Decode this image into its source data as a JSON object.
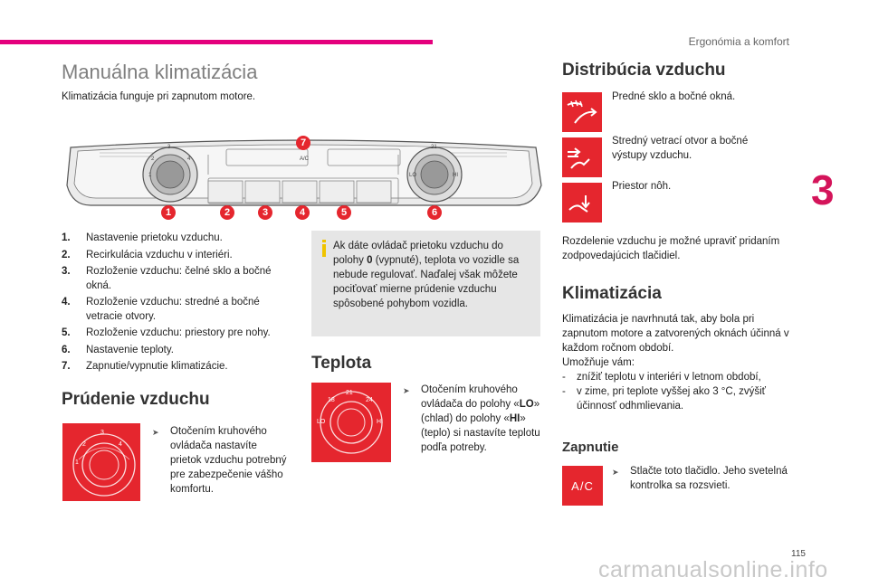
{
  "header": {
    "section": "Ergonómia a komfort",
    "chapter": "3"
  },
  "footer": {
    "page": "115",
    "watermark": "carmanualsonline.info"
  },
  "left": {
    "title": "Manuálna klimatizácia",
    "intro": "Klimatizácia funguje pri zapnutom motore.",
    "panel": {
      "ac_label": "A/C",
      "callouts": [
        "1",
        "2",
        "3",
        "4",
        "5",
        "6",
        "7"
      ],
      "dial_marks_left": [
        "3",
        "2",
        "4",
        "1"
      ],
      "dial_marks_right": [
        "21",
        "LO",
        "HI"
      ]
    },
    "list": [
      {
        "n": "1.",
        "t": "Nastavenie prietoku vzduchu."
      },
      {
        "n": "2.",
        "t": "Recirkulácia vzduchu v interiéri."
      },
      {
        "n": "3.",
        "t": "Rozloženie vzduchu: čelné sklo a bočné okná."
      },
      {
        "n": "4.",
        "t": "Rozloženie vzduchu: stredné a bočné vetracie otvory."
      },
      {
        "n": "5.",
        "t": "Rozloženie vzduchu: priestory pre nohy."
      },
      {
        "n": "6.",
        "t": "Nastavenie teploty."
      },
      {
        "n": "7.",
        "t": "Zapnutie/vypnutie klimatizácie."
      }
    ],
    "airflow": {
      "title": "Prúdenie vzduchu",
      "dial_marks": [
        "3",
        "4",
        "2",
        "1"
      ],
      "text": "Otočením kruhového ovládača nastavíte prietok vzduchu potrebný pre zabezpečenie vášho komfortu."
    }
  },
  "middle": {
    "note_pre": "Ak dáte ovládač prietoku vzduchu do polohy ",
    "note_bold": "0",
    "note_post": " (vypnuté), teplota vo vozidle sa nebude regulovať. Naďalej však môžete pociťovať mierne prúdenie vzduchu spôsobené pohybom vozidla.",
    "temp": {
      "title": "Teplota",
      "dial_marks": [
        "21",
        "18",
        "24",
        "LO",
        "HI"
      ],
      "t1": "Otočením kruhového ovládača do polohy «",
      "lo": "LO",
      "t2": "» (chlad) do polohy «",
      "hi": "HI",
      "t3": "» (teplo) si nastavíte teplotu podľa potreby."
    }
  },
  "right": {
    "dist_title": "Distribúcia vzduchu",
    "dist_items": [
      {
        "icon": "windshield-defrost-icon",
        "text": "Predné sklo a bočné okná."
      },
      {
        "icon": "face-vent-icon",
        "text": "Stredný vetrací otvor a bočné výstupy vzduchu."
      },
      {
        "icon": "foot-vent-icon",
        "text": "Priestor nôh."
      }
    ],
    "dist_note": "Rozdelenie vzduchu je možné upraviť pridaním zodpovedajúcich tlačidiel.",
    "ac_title": "Klimatizácia",
    "ac_text": "Klimatizácia je navrhnutá tak, aby bola pri zapnutom motore a zatvorených oknách účinná v každom ročnom období.",
    "ac_enables": "Umožňuje vám:",
    "ac_items": [
      "znížiť teplotu v interiéri v letnom období,",
      "v zime, pri teplote vyššej ako 3 °C, zvýšiť účinnosť odhmlievania."
    ],
    "on_title": "Zapnutie",
    "on_button": "A/C",
    "on_text": "Stlačte toto tlačidlo. Jeho svetelná kontrolka sa rozsvieti."
  },
  "colors": {
    "accent": "#e4007d",
    "red": "#e5262e",
    "note_bg": "#e6e6e6",
    "info": "#f0c400"
  }
}
